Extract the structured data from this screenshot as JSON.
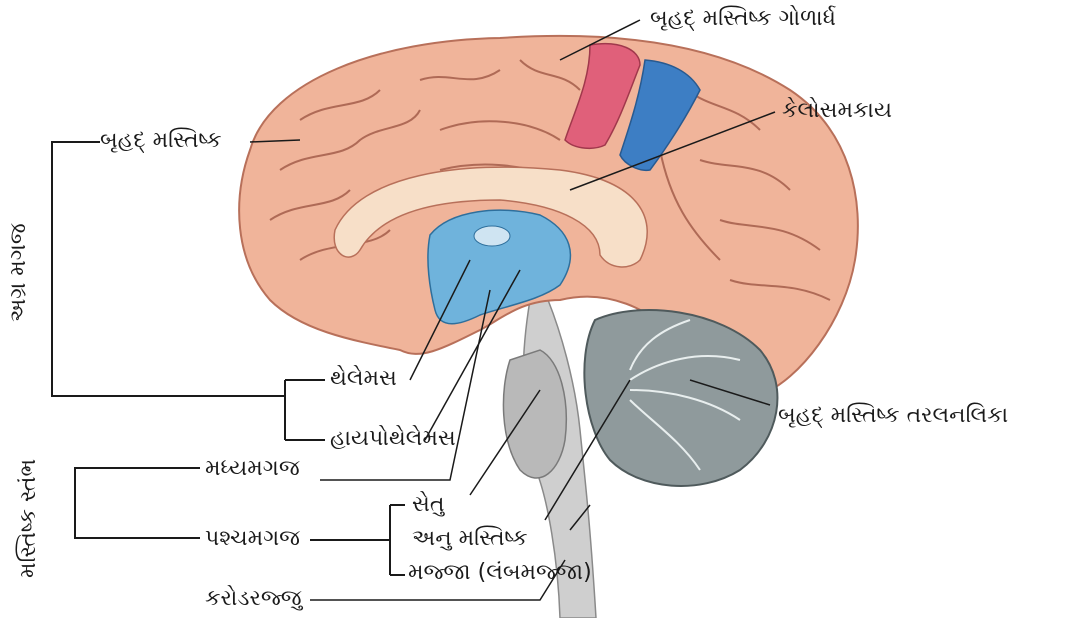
{
  "labels": {
    "cerebral_hemisphere": "બૃહદ્ મસ્તિષ્ક ગોળાર્ધ",
    "corpus_callosum": "કેલોસમકાય",
    "cerebrum": "બૃહદ્ મસ્તિષ્ક",
    "thalamus": "થેલેમસ",
    "hypothalamus": "હાયપોથેલેમસ",
    "midbrain": "મધ્યમગજ",
    "hindbrain": "પશ્ચમગજ",
    "pons": "સેતુ",
    "cerebellum": "અનુ મસ્તિષ્ક",
    "medulla": "મજ્જા (લંબમજ્જા)",
    "spinal_cord": "કરોડરજ્જુ",
    "arbor_vitae": "બૃહદ્ મસ્તિષ્ક તરલનલિકા",
    "forebrain_group": "અગ્ર મગજ",
    "brainstem_group": "મસ્તિષ્ક સ્તંભ"
  },
  "colors": {
    "cortex": "#f0b49a",
    "cortex_dark": "#c97a66",
    "ventricle": "#6fb3dc",
    "motor_area": "#e0607a",
    "sensory_area": "#3d7ec4",
    "cerebellum": "#8f9a9c",
    "brainstem": "#c9c9c9",
    "leader_line": "#1a1a1a"
  }
}
